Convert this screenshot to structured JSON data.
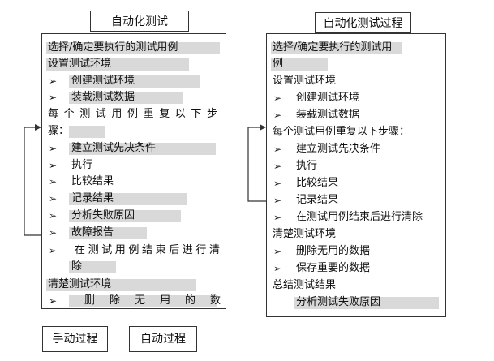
{
  "left_panel": {
    "title": "自动化测试",
    "lines": [
      {
        "bullet": false,
        "text": "选择/确定要执行的测试用例"
      },
      {
        "bullet": false,
        "text": "设置测试环境"
      },
      {
        "bullet": true,
        "text": "创建测试环境"
      },
      {
        "bullet": true,
        "text": "装载测试数据"
      },
      {
        "bullet": false,
        "text": "每个测试用例重复以下步"
      },
      {
        "bullet": false,
        "text": "骤："
      },
      {
        "bullet": true,
        "text": "建立测试先决条件"
      },
      {
        "bullet": true,
        "text": "执行"
      },
      {
        "bullet": true,
        "text": "比较结果"
      },
      {
        "bullet": true,
        "text": "记录结果"
      },
      {
        "bullet": true,
        "text": "分析失败原因"
      },
      {
        "bullet": true,
        "text": "故障报告"
      },
      {
        "bullet": true,
        "text": "在测试用例结束后进行清"
      },
      {
        "bullet": false,
        "text": "除"
      },
      {
        "bullet": false,
        "text": "清楚测试环境"
      },
      {
        "bullet": true,
        "text": "删除无用的数"
      }
    ]
  },
  "right_panel": {
    "title": "自动化测试过程",
    "lines": [
      {
        "bullet": false,
        "text": "选择/确定要执行的测试用"
      },
      {
        "bullet": false,
        "text": "例"
      },
      {
        "bullet": false,
        "text": "设置测试环境"
      },
      {
        "bullet": true,
        "text": "创建测试环境"
      },
      {
        "bullet": true,
        "text": "装载测试数据"
      },
      {
        "bullet": false,
        "text": "每个测试用例重复以下步骤："
      },
      {
        "bullet": true,
        "text": "建立测试先决条件"
      },
      {
        "bullet": true,
        "text": "执行"
      },
      {
        "bullet": true,
        "text": "比较结果"
      },
      {
        "bullet": true,
        "text": "记录结果"
      },
      {
        "bullet": true,
        "text": "在测试用例结束后进行清除"
      },
      {
        "bullet": false,
        "text": "清楚测试环境"
      },
      {
        "bullet": true,
        "text": "删除无用的数据"
      },
      {
        "bullet": true,
        "text": "保存重要的数据"
      },
      {
        "bullet": false,
        "text": "总结测试结果"
      },
      {
        "bullet": false,
        "text": "分析测试失败原因"
      }
    ]
  },
  "bullet_glyph": "➢",
  "buttons": {
    "manual": "手动过程",
    "auto": "自动过程"
  },
  "colors": {
    "highlight": "#d9d9d9",
    "border": "#333333"
  }
}
